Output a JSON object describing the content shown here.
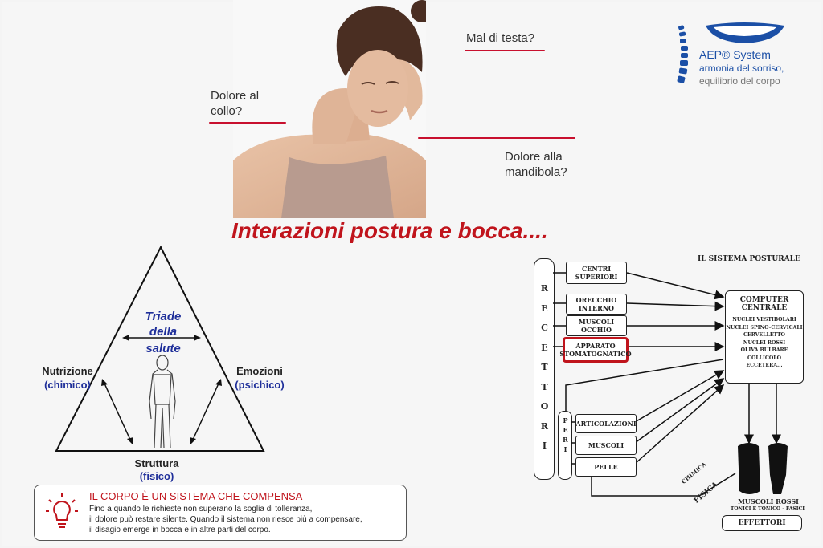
{
  "questions": {
    "mal_di_testa": "Mal di testa?",
    "dolore_collo_1": "Dolore al",
    "dolore_collo_2": "collo?",
    "dolore_mandibola_1": "Dolore alla",
    "dolore_mandibola_2": "mandibola?"
  },
  "logo": {
    "brand": "AEP® System",
    "tagline_1": "armonia del sorriso,",
    "tagline_2": "equilibrio del corpo"
  },
  "title": "Interazioni postura e bocca....",
  "triangle": {
    "center_1": "Triade",
    "center_2": "della",
    "center_3": "salute",
    "left_label": "Nutrizione",
    "left_sub": "(chimico)",
    "right_label": "Emozioni",
    "right_sub": "(psichico)",
    "bottom_label": "Struttura",
    "bottom_sub": "(fisico)"
  },
  "info_box": {
    "heading": "IL CORPO È UN SISTEMA CHE COMPENSA",
    "line_1": "Fino a quando le richieste non superano la soglia di tolleranza,",
    "line_2": "il dolore può restare silente. Quando il sistema non riesce più a compensare,",
    "line_3": "il disagio emerge in bocca e in altre parti del corpo."
  },
  "postural": {
    "title": "IL SISTEMA POSTURALE",
    "recettori_letters": [
      "R",
      "E",
      "C",
      "E",
      "T",
      "T",
      "O",
      "R",
      "I"
    ],
    "periferici_letters": [
      "P",
      "E",
      "R",
      "I"
    ],
    "centri_1": "CENTRI",
    "centri_2": "SUPERIORI",
    "orecchio_1": "ORECCHIO",
    "orecchio_2": "INTERNO",
    "occhio_1": "MUSCOLI",
    "occhio_2": "OCCHIO",
    "apparato_1": "APPARATO",
    "apparato_2": "STOMATOGNATICO",
    "articolazioni": "ARTICOLAZIONI",
    "muscoli": "MUSCOLI",
    "pelle": "PELLE",
    "computer_1": "COMPUTER",
    "computer_2": "CENTRALE",
    "nuclei": [
      "NUCLEI VESTIBOLARI",
      "NUCLEI SPINO-CERVICALI",
      "CERVELLETTO",
      "NUCLEI ROSSI",
      "OLIVA BULBARE",
      "COLLICOLO",
      "ECCETERA..."
    ],
    "chimica": "CHIMICA",
    "fisica": "FISICA",
    "muscoli_rossi": "MUSCOLI ROSSI",
    "tonici": "TONICI E TONICO - FASICI",
    "effettori": "EFFETTORI"
  },
  "colors": {
    "accent_red": "#c0141c",
    "triad_blue": "#1f2f9a",
    "logo_blue": "#1b4fa6"
  }
}
